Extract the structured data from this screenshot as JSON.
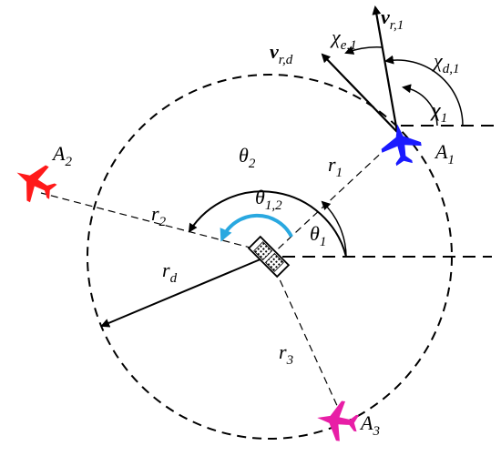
{
  "diagram": {
    "aircraft": [
      {
        "id": "A1",
        "label": "A",
        "sub": "1",
        "color": "#1a1aff"
      },
      {
        "id": "A2",
        "label": "A",
        "sub": "2",
        "color": "#ff1a1a"
      },
      {
        "id": "A3",
        "label": "A",
        "sub": "3",
        "color": "#e81ea6"
      }
    ],
    "vectors": {
      "vr1": {
        "label": "v",
        "sub": "r,1"
      },
      "vrd": {
        "label": "v",
        "sub": "r,d"
      }
    },
    "angles": {
      "chi_e1": {
        "label": "χ",
        "sub": "e,1"
      },
      "chi_d1": {
        "label": "χ",
        "sub": "d,1"
      },
      "chi_1": {
        "label": "χ",
        "sub": "1"
      },
      "theta_2": {
        "label": "θ",
        "sub": "2"
      },
      "theta_12": {
        "label": "θ",
        "sub": "1,2"
      },
      "theta_1": {
        "label": "θ",
        "sub": "1"
      }
    },
    "distances": {
      "r1": {
        "label": "r",
        "sub": "1"
      },
      "r2": {
        "label": "r",
        "sub": "2"
      },
      "r3": {
        "label": "r",
        "sub": "3"
      },
      "rd": {
        "label": "r",
        "sub": "d"
      }
    },
    "colors": {
      "line": "#000000",
      "arc_theta12": "#29a8e0"
    }
  }
}
